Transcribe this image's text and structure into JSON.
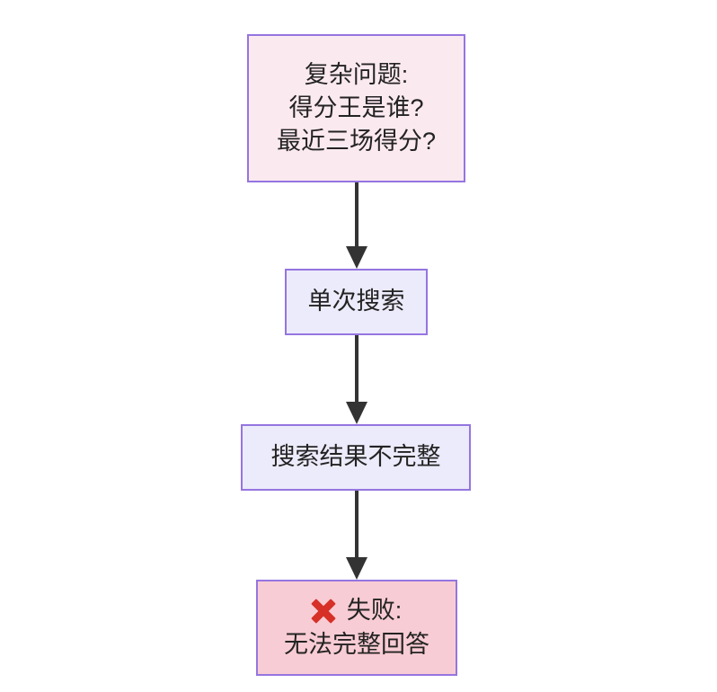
{
  "diagram": {
    "title_text": "",
    "background_color": "#ffffff",
    "orientation": "top-to-bottom",
    "node_border_color": "#9575e0",
    "edge_color": "#333333",
    "nodes": [
      {
        "id": "question",
        "lines": [
          "复杂问题:",
          "得分王是谁?",
          "最近三场得分?"
        ],
        "fill_color": "#fbe9f0",
        "shape": "rectangle"
      },
      {
        "id": "single-search",
        "lines": [
          "单次搜索"
        ],
        "fill_color": "#ecebfb",
        "shape": "rectangle"
      },
      {
        "id": "incomplete",
        "lines": [
          "搜索结果不完整"
        ],
        "fill_color": "#ecebfb",
        "shape": "rectangle"
      },
      {
        "id": "failure",
        "icon": "cross-mark-icon",
        "icon_color": "#d63027",
        "lines": [
          "失败:",
          "无法完整回答"
        ],
        "fill_color": "#f8ccd4",
        "shape": "rectangle"
      }
    ],
    "edges": [
      {
        "from": "question",
        "to": "single-search",
        "label": ""
      },
      {
        "from": "single-search",
        "to": "incomplete",
        "label": ""
      },
      {
        "from": "incomplete",
        "to": "failure",
        "label": ""
      }
    ]
  }
}
